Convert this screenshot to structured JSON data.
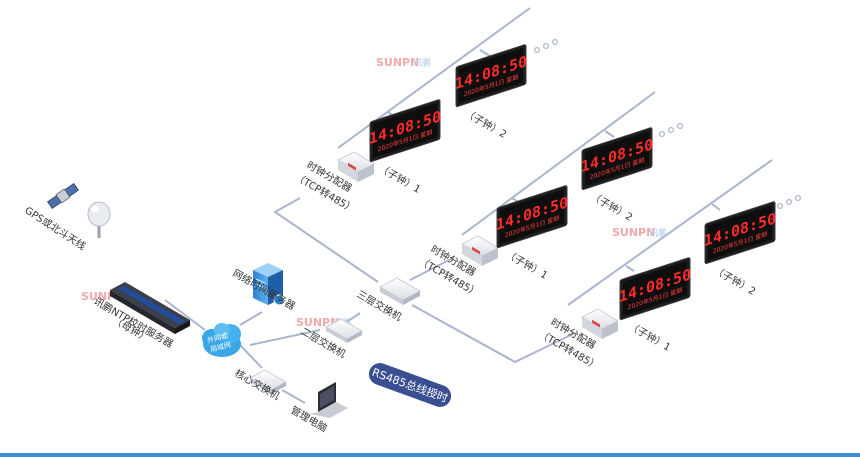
{
  "labels": {
    "antenna": "GPS或北斗天线",
    "ntp_server": "讯鹏NTP校时服务器",
    "ntp_server_sub": "（母钟）",
    "network_time_server": "网络时间服务器",
    "cloud": "外网或\n局域网",
    "core_switch": "核心交换机",
    "admin_pc": "管理电脑",
    "l2_switch": "二层交换机",
    "l3_switch": "三层交换机",
    "distributor": "时钟分配器",
    "distributor_sub": "（TCP转485）",
    "rs485_badge": "RS485总线授时"
  },
  "clock": {
    "time": "14:08:50",
    "date_line": "2020年5月1日  星期",
    "sub1": "（子钟）1",
    "sub2": "（子钟）2"
  },
  "watermark": {
    "brand": "SUNPN",
    "brand_cn": "讯鹏"
  },
  "colors": {
    "line": "#a9b5cc",
    "clock_body": "#1c1c1c",
    "digits": "#ff2b2b",
    "badge": "#3a4f91",
    "cloud": "#3aa6e6",
    "bottom_rule": "#3a8fd6"
  }
}
